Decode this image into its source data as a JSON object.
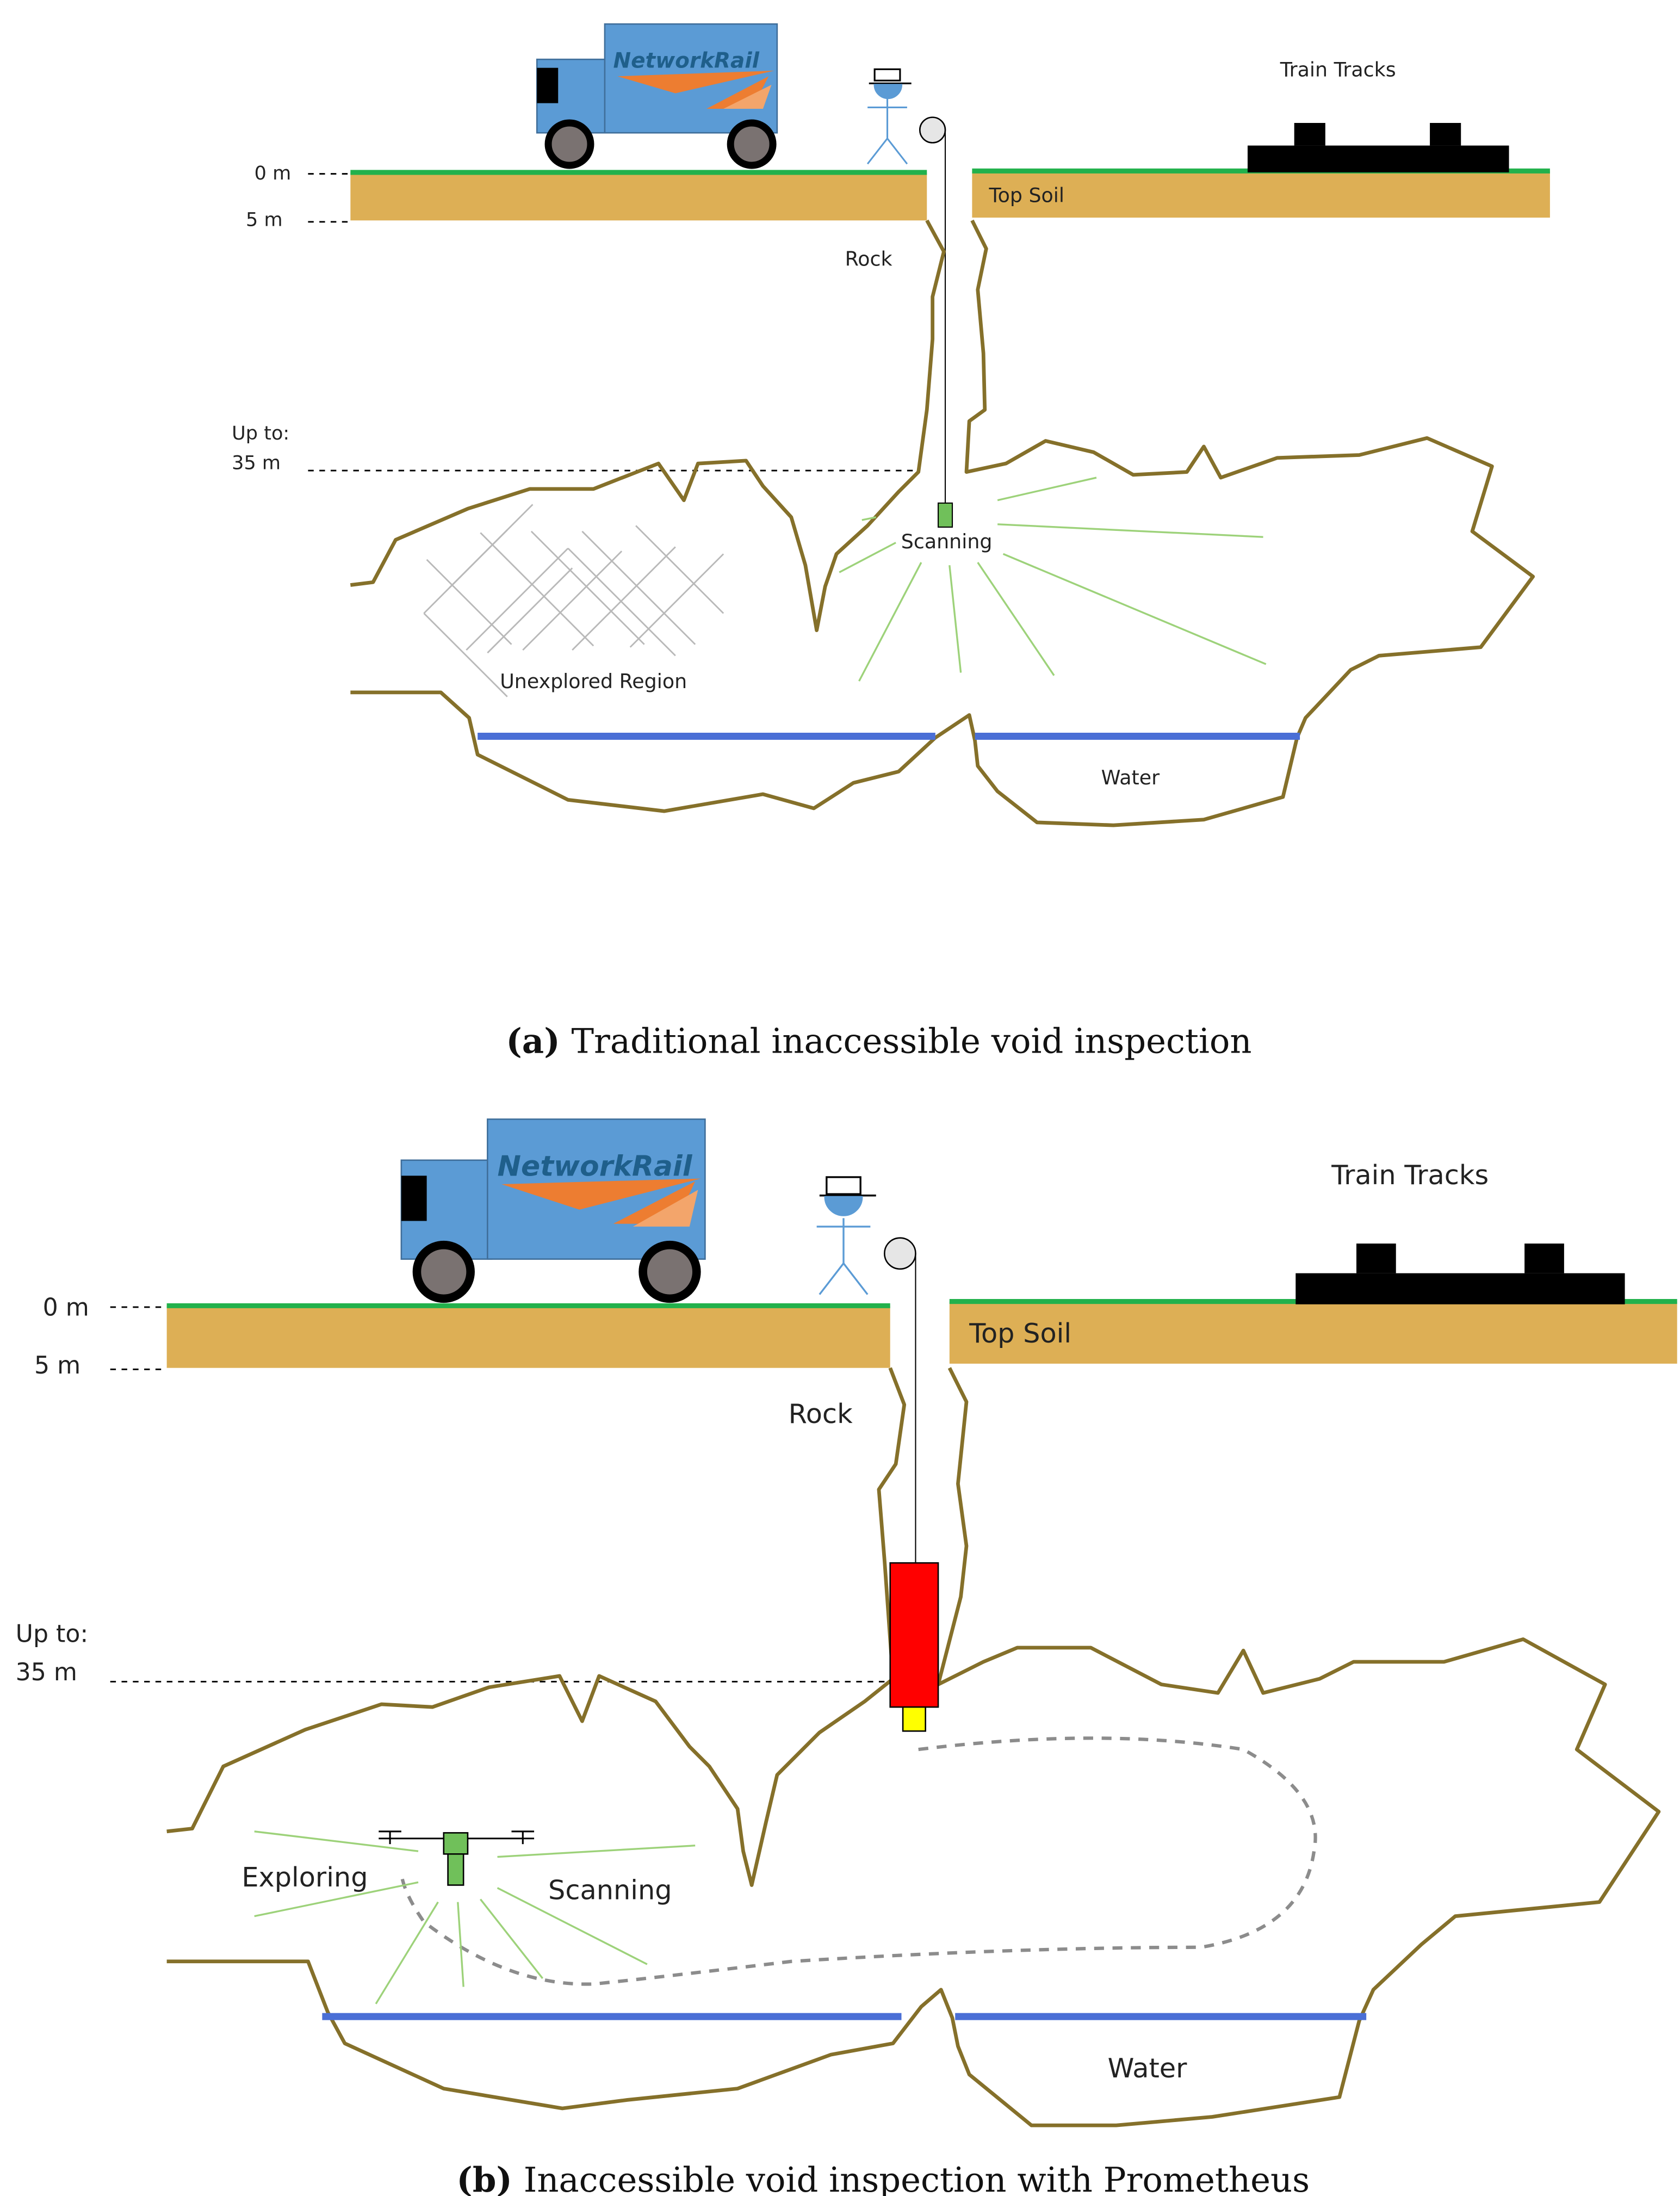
{
  "panel_a": {
    "truck_logo": "NetworkRail",
    "depth_0": "0 m",
    "depth_5": "5 m",
    "depth_max_line1": "Up to:",
    "depth_max_line2": "35 m",
    "train_tracks": "Train Tracks",
    "top_soil": "Top Soil",
    "rock": "Rock",
    "scanning": "Scanning",
    "unexplored": "Unexplored Region",
    "water": "Water",
    "caption_letter": "(a)",
    "caption_text": "Traditional inaccessible void inspection"
  },
  "panel_b": {
    "truck_logo": "NetworkRail",
    "depth_0": "0 m",
    "depth_5": "5 m",
    "depth_max_line1": "Up to:",
    "depth_max_line2": "35 m",
    "train_tracks": "Train Tracks",
    "top_soil": "Top Soil",
    "rock": "Rock",
    "exploring": "Exploring",
    "scanning": "Scanning",
    "water": "Water",
    "caption_letter": "(b)",
    "caption_text": "Inaccessible void inspection with Prometheus"
  },
  "colors": {
    "soil": "#ddaf55",
    "grass": "#22b14c",
    "truck_body": "#5b9bd5",
    "logo_orange": "#ed7d31",
    "cave_outline": "#85702a",
    "water": "#4a6fd6",
    "scan_rays": "#9dd27a",
    "probe_red": "#ff0000",
    "probe_yellow": "#ffff00",
    "drone_green": "#70c05a"
  },
  "icons": [
    "truck-icon",
    "person-icon",
    "pulley-icon",
    "rail-track-icon",
    "sensor-icon",
    "prometheus-probe-icon",
    "drone-icon"
  ]
}
